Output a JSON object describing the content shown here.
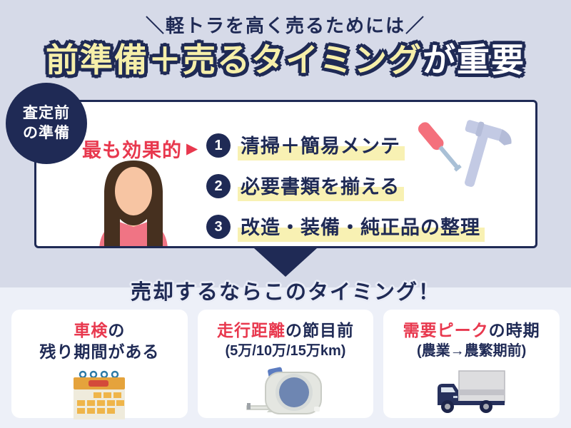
{
  "colors": {
    "bg_top": "#D6DAE8",
    "bg_bottom": "#EDF0F8",
    "navy": "#1F2A55",
    "red": "#E8384E",
    "title_yellow": "#F6EFA9",
    "highlight_yellow": "#F8F1B3",
    "card_white": "#FFFFFF"
  },
  "header": {
    "tagline": "＼軽トラを高く売るためには／",
    "title_yellow_part": "前準備＋売るタイミング",
    "title_white_part": "が重要"
  },
  "badge": {
    "line1": "査定前",
    "line2": "の準備"
  },
  "prep_box": {
    "label": "最も効果的",
    "label_arrow": "▶",
    "items": [
      {
        "num": "1",
        "text": "清掃＋簡易メンテ"
      },
      {
        "num": "2",
        "text": "必要書類を揃える"
      },
      {
        "num": "3",
        "text": "改造・装備・純正品の整理"
      }
    ],
    "illustrations": [
      "woman-illustration",
      "screwdriver-icon",
      "hammer-icon"
    ]
  },
  "timing": {
    "heading": "売却するならこのタイミング！",
    "cards": [
      {
        "title_red": "車検",
        "title_rest": "の",
        "line2": "残り期間がある",
        "icon": "calendar-icon"
      },
      {
        "title_red": "走行距離",
        "title_rest": "の節目前",
        "line2": "(5万/10万/15万km)",
        "icon": "tape-measure-icon"
      },
      {
        "title_red": "需要ピーク",
        "title_rest": "の時期",
        "line2": "(農業→農繁期前)",
        "icon": "truck-icon"
      }
    ]
  }
}
